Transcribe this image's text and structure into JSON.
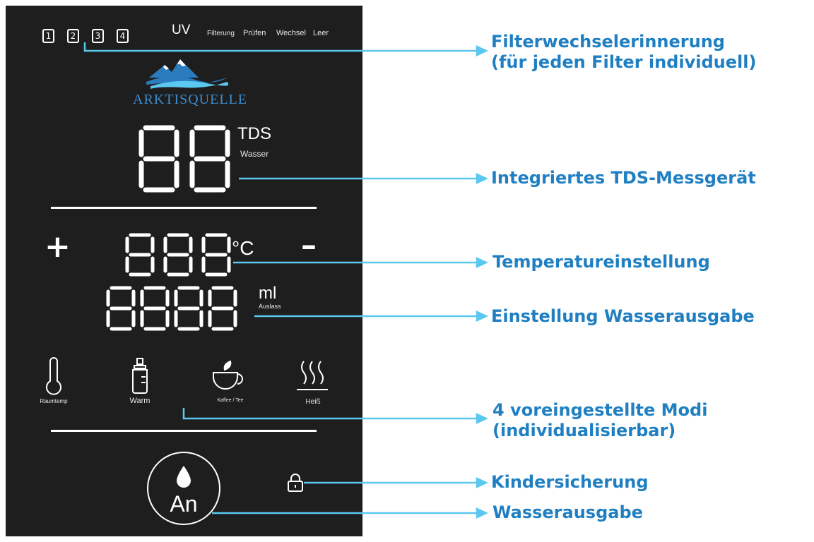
{
  "panel": {
    "filter_indicators": [
      "1",
      "2",
      "3",
      "4"
    ],
    "status_labels": {
      "uv": "UV",
      "filterung": "Filterung",
      "pruefen": "Prüfen",
      "wechsel": "Wechsel",
      "leer": "Leer"
    },
    "brand": "ARKTISQUELLE",
    "tds": {
      "unit": "TDS",
      "sublabel": "Wasser"
    },
    "temperature": {
      "unit": "°C",
      "plus": "+",
      "minus": "–"
    },
    "volume": {
      "unit": "ml",
      "sublabel": "Auslass"
    },
    "modes": [
      {
        "icon": "thermometer-icon",
        "label": "Raumtemp"
      },
      {
        "icon": "baby-bottle-icon",
        "label": "Warm"
      },
      {
        "icon": "coffee-cup-icon",
        "label": "Kaffee / Tee"
      },
      {
        "icon": "steam-icon",
        "label": "Heiß"
      }
    ],
    "power_button": {
      "icon": "water-drop-icon",
      "label": "An"
    },
    "lock": {
      "icon": "lock-icon"
    }
  },
  "callouts": {
    "filter_reminder": [
      "Filterwechselerinnerung",
      "(für jeden Filter individuell)"
    ],
    "tds_meter": "Integriertes TDS-Messgerät",
    "temperature_setting": "Temperatureinstellung",
    "water_output_setting": "Einstellung Wasserausgabe",
    "preset_modes": [
      "4 voreingestellte Modi",
      "(individualisierbar)"
    ],
    "child_lock": "Kindersicherung",
    "water_dispense": "Wasserausgabe"
  },
  "colors": {
    "panel_background": "#1e1e1e",
    "display_white": "#ffffff",
    "callout_text": "#1f7fc2",
    "callout_line": "#5bc8f0",
    "logo_blue": "#2b7bbf"
  }
}
